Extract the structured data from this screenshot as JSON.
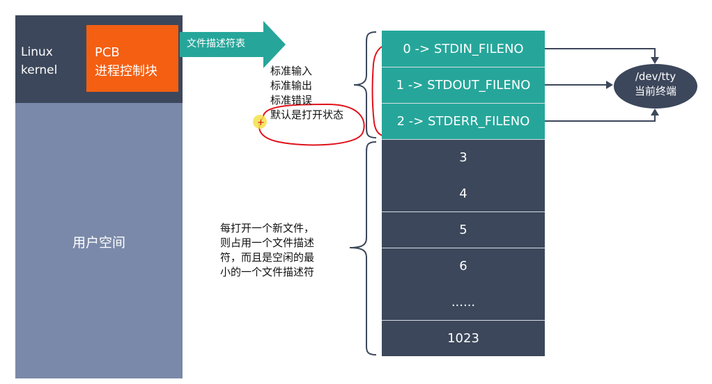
{
  "kernel": {
    "title_line1": "Linux",
    "title_line2": "kernel"
  },
  "pcb": {
    "line1": "PCB",
    "line2": "进程控制块"
  },
  "user_space": {
    "label": "用户空间"
  },
  "fd_table": {
    "arrow_label": "文件描述符表"
  },
  "std_note": {
    "lines": [
      "标准输入",
      "标准输出",
      "标准错误",
      "默认是打开状态"
    ]
  },
  "new_file_note": {
    "lines": [
      "每打开一个新文件，",
      "则占用一个文件描述",
      "符，而且是空闲的最",
      "小的一个文件描述符"
    ]
  },
  "fd_entries": [
    "0 -> STDIN_FILENO",
    "1 -> STDOUT_FILENO",
    "2 -> STDERR_FILENO",
    "3",
    "4",
    "5",
    "6",
    "......",
    "1023"
  ],
  "tty": {
    "line1": "/dev/tty",
    "line2": "当前终端"
  },
  "colors": {
    "kernel": "#3c475b",
    "user_space": "#7a89a9",
    "pcb": "#f45f12",
    "std_fd": "#26a69a",
    "free_fd": "#3c475b",
    "tty": "#3c475b",
    "annotation": "#e0121b"
  }
}
